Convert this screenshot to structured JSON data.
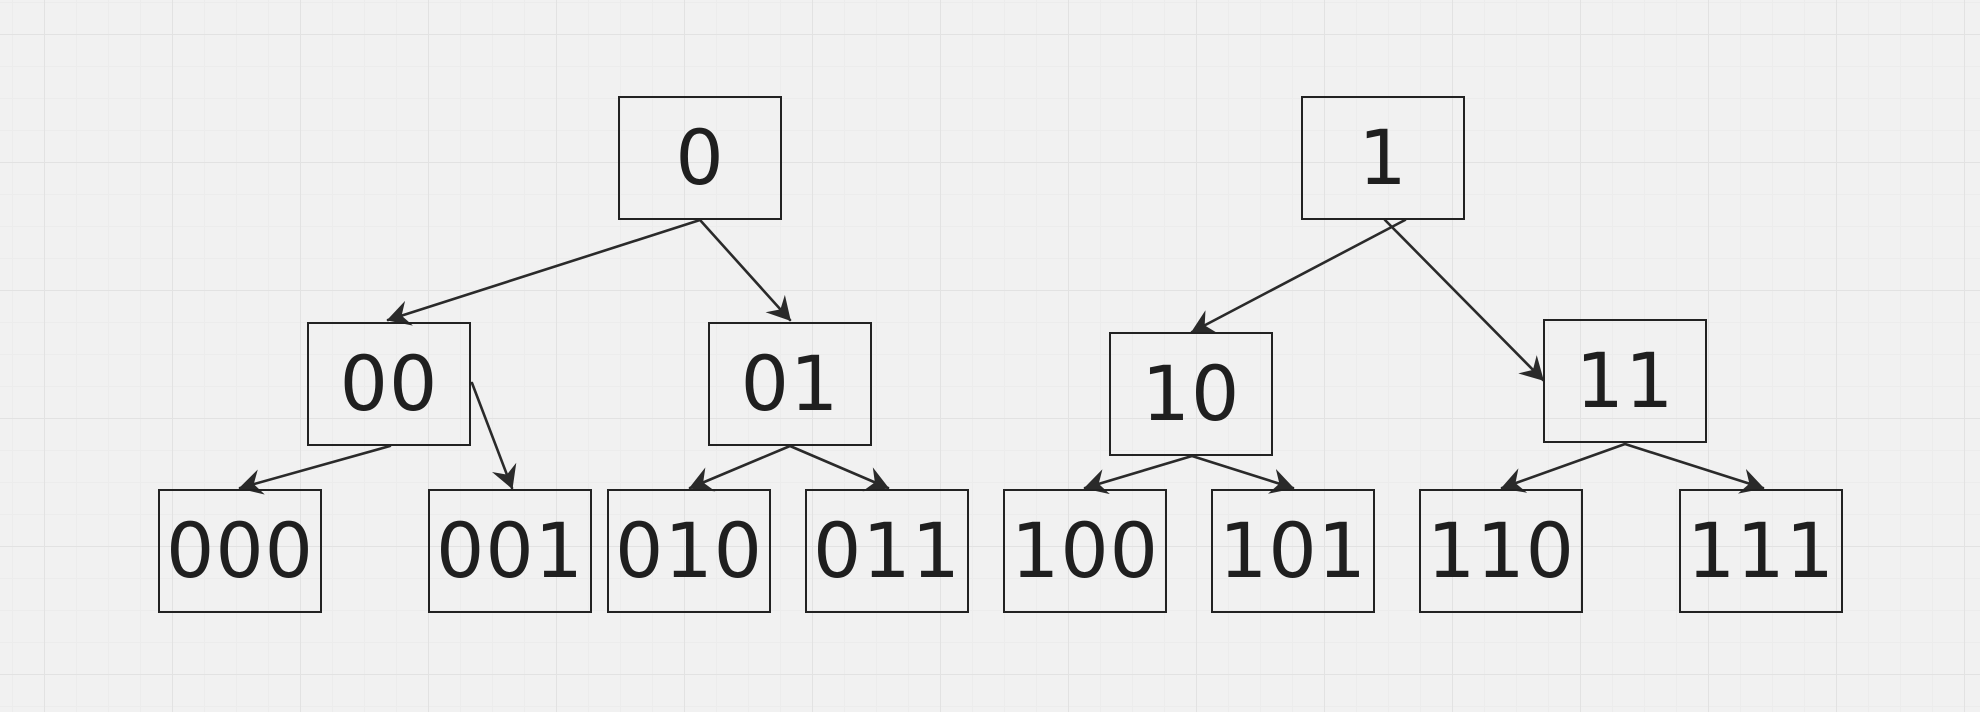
{
  "diagram": {
    "nodes": {
      "n0": "0",
      "n1": "1",
      "n00": "00",
      "n01": "01",
      "n10": "10",
      "n11": "11",
      "n000": "000",
      "n001": "001",
      "n010": "010",
      "n011": "011",
      "n100": "100",
      "n101": "101",
      "n110": "110",
      "n111": "111"
    },
    "edges": [
      {
        "from": "0",
        "to": "00"
      },
      {
        "from": "0",
        "to": "01"
      },
      {
        "from": "1",
        "to": "10"
      },
      {
        "from": "1",
        "to": "11"
      },
      {
        "from": "00",
        "to": "000"
      },
      {
        "from": "00",
        "to": "001"
      },
      {
        "from": "01",
        "to": "010"
      },
      {
        "from": "01",
        "to": "011"
      },
      {
        "from": "10",
        "to": "100"
      },
      {
        "from": "10",
        "to": "101"
      },
      {
        "from": "11",
        "to": "110"
      },
      {
        "from": "11",
        "to": "111"
      }
    ]
  }
}
